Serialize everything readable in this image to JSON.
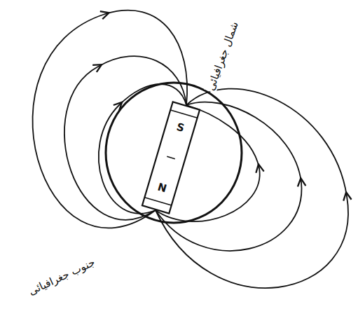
{
  "diagram": {
    "labels": [
      "شمال جغرافیائی",
      "جنوب جغرافیائی",
      "S",
      "N"
    ]
  }
}
